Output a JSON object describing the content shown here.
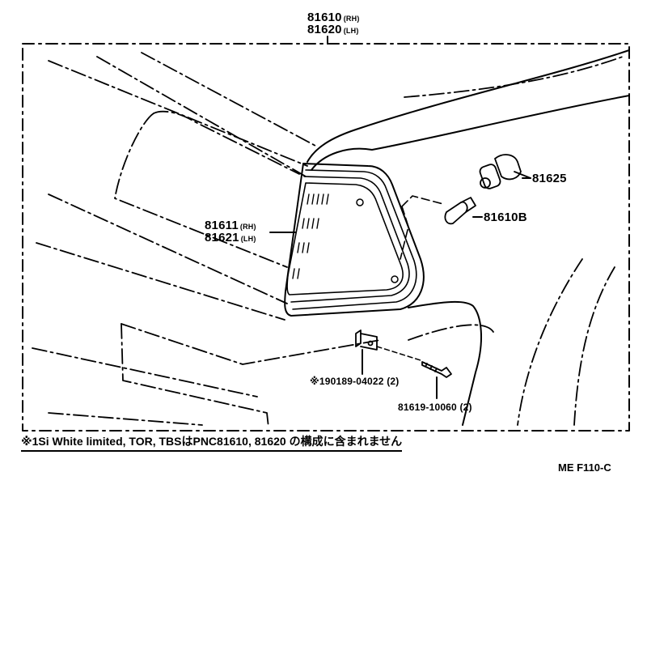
{
  "assembly": {
    "pn_rh": "81610",
    "suffix_rh": "(RH)",
    "pn_lh": "81620",
    "suffix_lh": "(LH)"
  },
  "lens": {
    "pn_rh": "81611",
    "suffix_rh": "(RH)",
    "pn_lh": "81621",
    "suffix_lh": "(LH)"
  },
  "socket": {
    "pn": "81625"
  },
  "bulb": {
    "pn": "81610B"
  },
  "clip": {
    "pn": "※190189-04022",
    "qty": "(2)"
  },
  "screw": {
    "pn": "81619-10060",
    "qty": "(2)"
  },
  "note": {
    "text": "※1Si White limited, TOR, TBSはPNC81610, 81620 の構成に含まれません"
  },
  "code": {
    "text": "ME  F110-C"
  }
}
